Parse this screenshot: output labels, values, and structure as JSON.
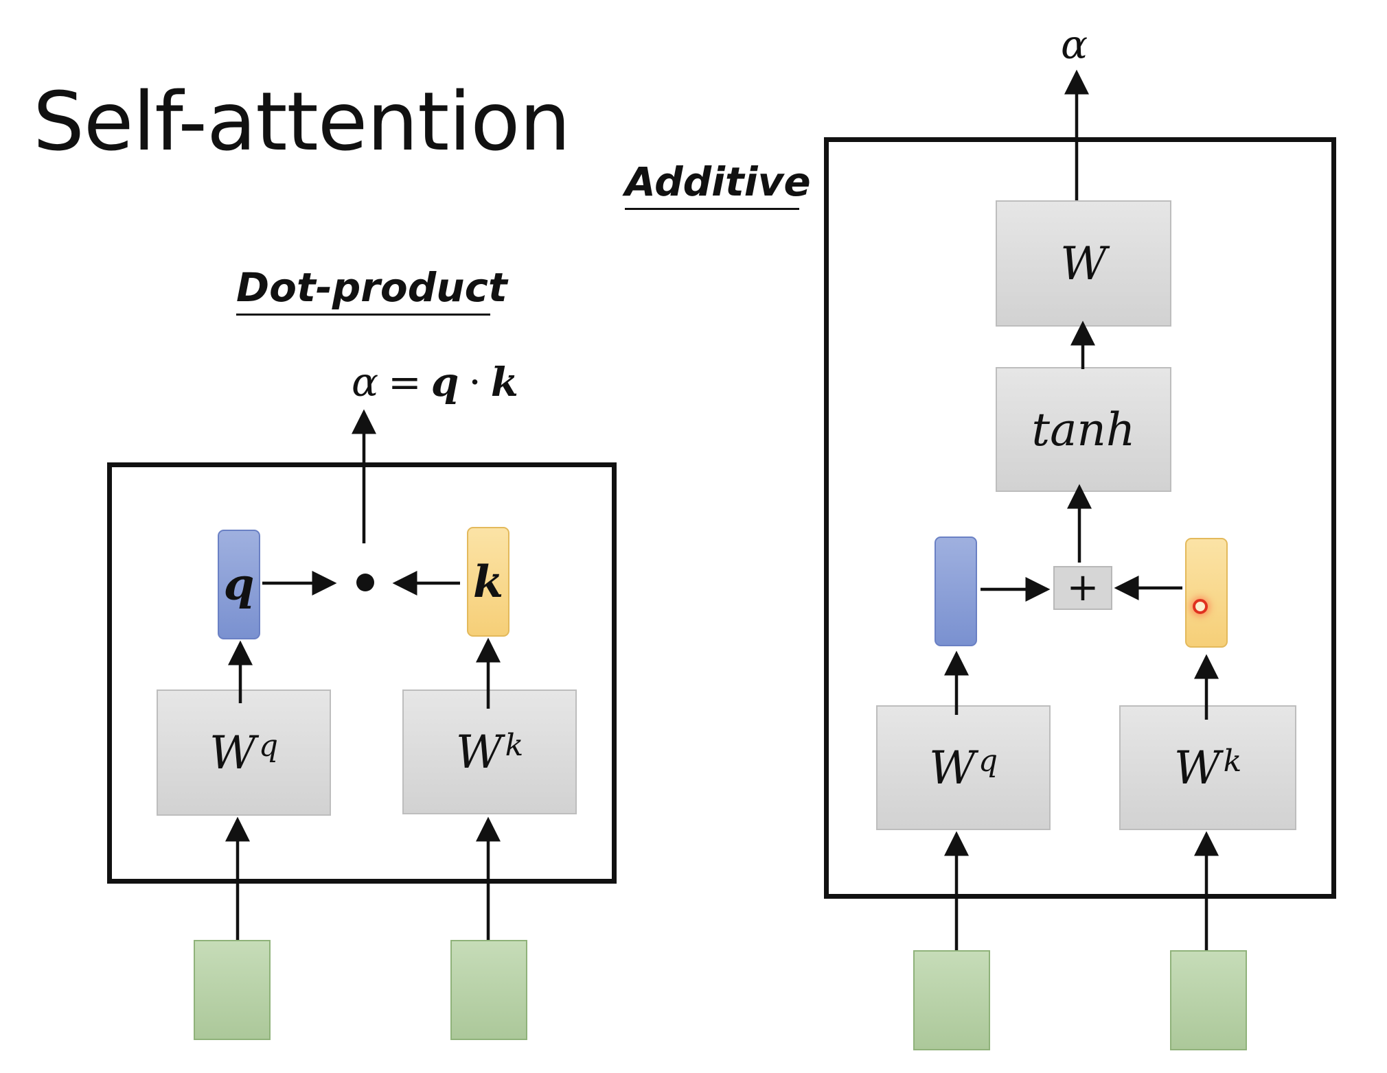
{
  "slide": {
    "title": "Self-attention"
  },
  "dot_product": {
    "heading": "Dot-product",
    "output": {
      "alpha": "α",
      "equals": "=",
      "q": "q",
      "dot": "·",
      "k": "k"
    },
    "query_vector_label": "q",
    "key_vector_label": "k",
    "wq_base": "W",
    "wq_sup": "q",
    "wk_base": "W",
    "wk_sup": "k",
    "operator_icon": "dot-product-operator-icon",
    "colors": {
      "query_vector": "#7f94d2",
      "key_vector": "#f7d27f",
      "input_vector": "#b8d1a6",
      "weight_box": "#d9d9d9"
    }
  },
  "additive": {
    "heading": "Additive",
    "output_alpha": "α",
    "w_label": "W",
    "tanh_label": "tanh",
    "plus_label": "+",
    "wq_base": "W",
    "wq_sup": "q",
    "wk_base": "W",
    "wk_sup": "k",
    "cursor_icon": "pointer-cursor-icon",
    "colors": {
      "query_vector": "#7f94d2",
      "key_vector": "#f7d27f",
      "input_vector": "#b8d1a6",
      "weight_box": "#d9d9d9",
      "cursor": "#e0311f"
    }
  }
}
